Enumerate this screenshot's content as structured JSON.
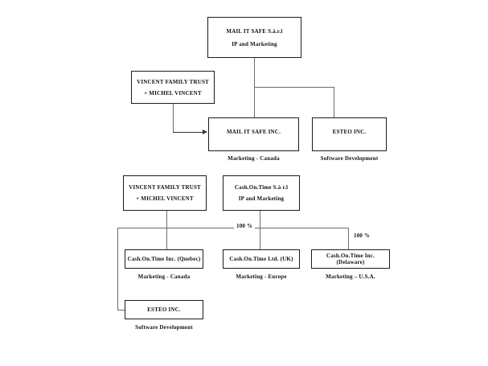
{
  "colors": {
    "background": "#ffffff",
    "box_border": "#1c1c1c",
    "connector": "#6b6b6b",
    "text": "#111111"
  },
  "top_chart": {
    "root": {
      "line1": "MAIL IT SAFE S.à.r.l",
      "line2": "IP and Marketing"
    },
    "owner": {
      "line1": "VINCENT FAMILY TRUST",
      "line2": "+ MICHEL VINCENT"
    },
    "subsidiaries": [
      {
        "name": "MAIL IT SAFE INC.",
        "caption": "Marketing - Canada"
      },
      {
        "name": "ESTEO INC.",
        "caption": "Software Development"
      }
    ]
  },
  "bottom_chart": {
    "owner": {
      "line1": "VINCENT FAMILY TRUST",
      "line2": "+ MICHEL VINCENT"
    },
    "root": {
      "line1": "Cash.On.Time S.à r.l",
      "line2": "IP and Marketing"
    },
    "ownership_label_center": "100 %",
    "ownership_label_right": "100 %",
    "subsidiaries": [
      {
        "name": "Cash.On.Time Inc. (Quebec)",
        "caption": "Marketing - Canada"
      },
      {
        "name": "Cash.On.Time Ltd. (UK)",
        "caption": "Marketing - Europe"
      },
      {
        "name": "Cash.On.Time Inc. (Delaware)",
        "caption": "Marketing – U.S.A."
      }
    ],
    "software_sub": {
      "name": "ESTEO INC.",
      "caption": "Software Development"
    }
  }
}
